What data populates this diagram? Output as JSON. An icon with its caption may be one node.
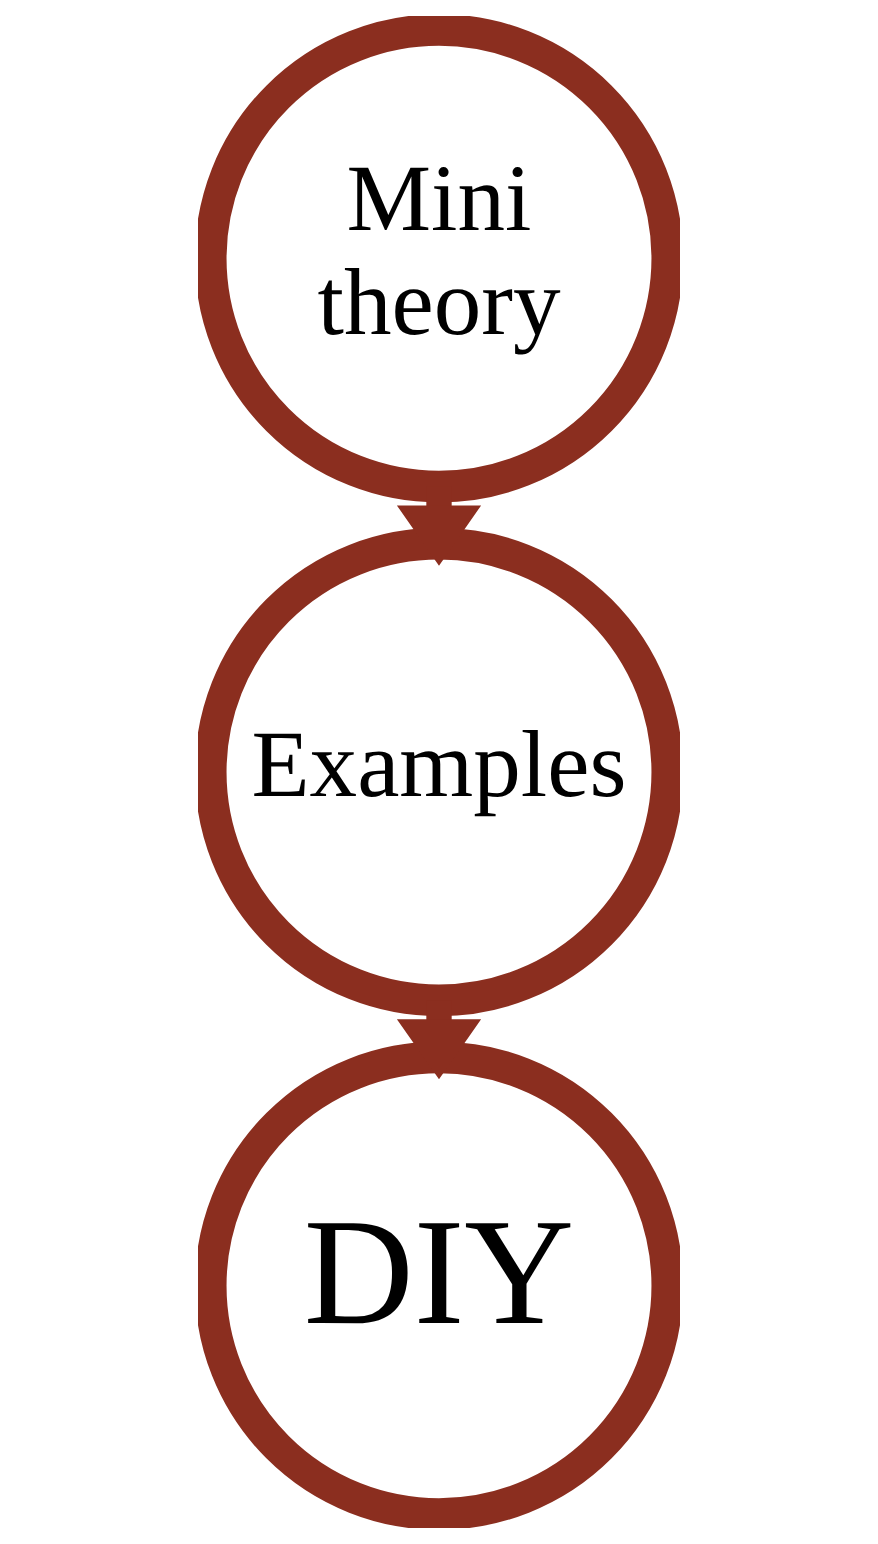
{
  "diagram": {
    "nodes": [
      {
        "text": [
          "Mini theory"
        ]
      },
      {
        "text": [
          "Examples"
        ]
      },
      {
        "text": [
          "DIY"
        ]
      }
    ],
    "edges": [
      {
        "from": 0,
        "to": 1,
        "arrow": "to"
      },
      {
        "from": 1,
        "to": 2,
        "arrow": "to"
      }
    ]
  }
}
